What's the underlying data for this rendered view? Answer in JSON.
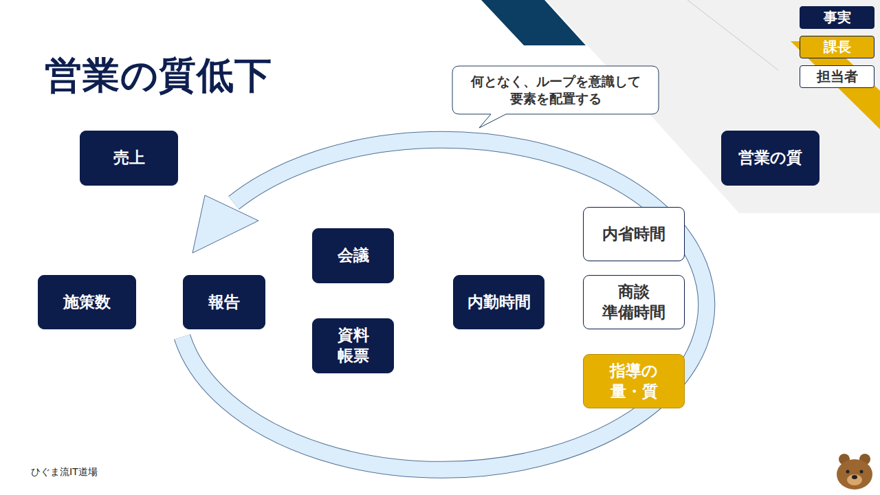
{
  "diagram": {
    "title": "営業の質低下",
    "nodes": [
      {
        "text": [
          "何となく、ループを意識して 要素を配置する"
        ]
      },
      {
        "text": [
          "売上"
        ]
      },
      {
        "text": [
          "営業の質"
        ]
      },
      {
        "text": [
          "内省時間"
        ]
      },
      {
        "text": [
          "会議"
        ]
      },
      {
        "text": [
          "施策数"
        ]
      },
      {
        "text": [
          "報告"
        ]
      },
      {
        "text": [
          "内勤時間"
        ]
      },
      {
        "text": [
          "商談 準備時間"
        ]
      },
      {
        "text": [
          "資料 帳票"
        ]
      },
      {
        "text": [
          "指導の 量・質"
        ]
      }
    ],
    "labels": [
      "ひぐま流IT道場"
    ],
    "legend": [
      {
        "text": "事実",
        "color": "#0c1c4b"
      },
      {
        "text": "課長",
        "color": "#e6b000"
      },
      {
        "text": "担当者",
        "color": "#ffffff"
      }
    ]
  }
}
